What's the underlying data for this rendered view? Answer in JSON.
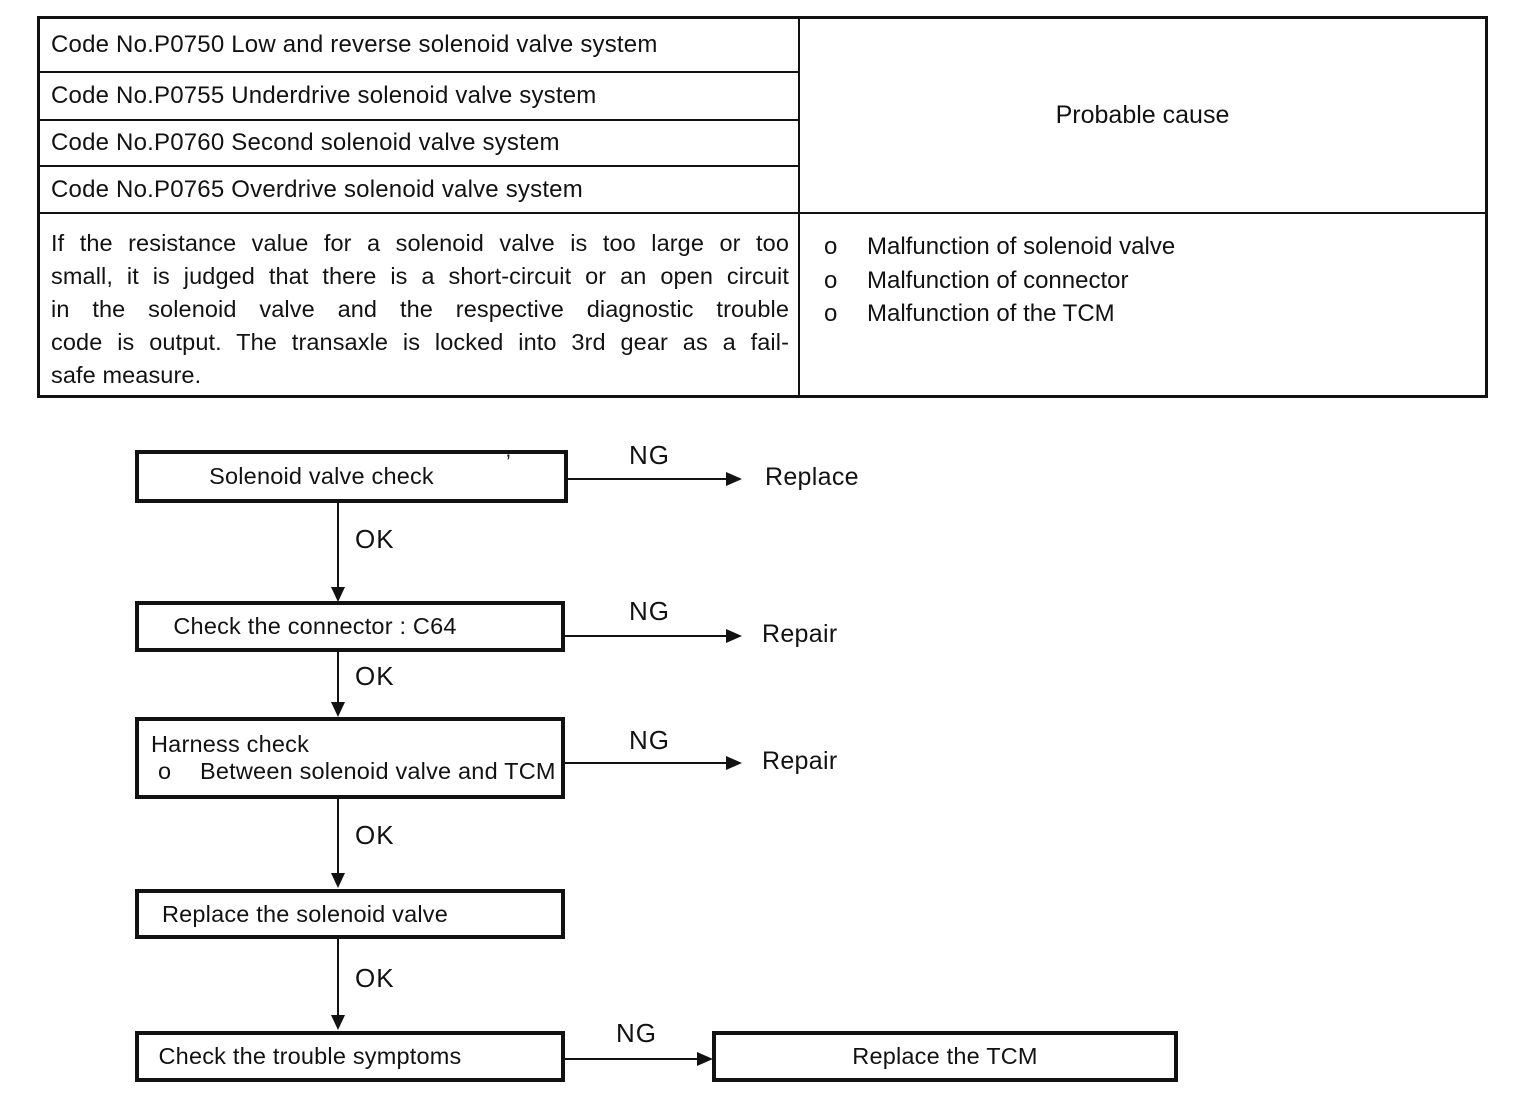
{
  "colors": {
    "ink": "#121212",
    "paper": "#ffffff"
  },
  "dtc_table": {
    "codes": [
      "Code No.P0750 Low and reverse solenoid valve system",
      "Code No.P0755 Underdrive solenoid valve system",
      "Code No.P0760 Second solenoid valve system",
      "Code No.P0765 Overdrive solenoid valve system"
    ],
    "probable_cause_header": "Probable cause",
    "description_lines": [
      "If the resistance value for a solenoid valve is too large or too",
      "small, it is judged that there is a short-circuit or an open circuit",
      "in the solenoid valve and the respective diagnostic trouble",
      "code is output. The transaxle is locked into 3rd gear as a fail-",
      "safe measure."
    ],
    "causes": [
      {
        "bullet": "o",
        "text": "Malfunction of solenoid valve"
      },
      {
        "bullet": "o",
        "text": "Malfunction of connector"
      },
      {
        "bullet": "o",
        "text": "Malfunction of the TCM"
      }
    ]
  },
  "flowchart": {
    "steps": [
      {
        "label": "Solenoid valve check"
      },
      {
        "label": "Check the connector : C64"
      },
      {
        "label": "Harness check",
        "bullet": "o",
        "bullet_text": "Between solenoid valve and TCM"
      },
      {
        "label": "Replace the solenoid valve"
      },
      {
        "label": "Check the trouble symptoms"
      }
    ],
    "ng_labels": [
      "NG",
      "NG",
      "NG",
      "NG"
    ],
    "ok_labels": [
      "OK",
      "OK",
      "OK",
      "OK"
    ],
    "results": [
      "Replace",
      "Repair",
      "Repair"
    ],
    "final_box_label": "Replace the TCM",
    "artifact_mark": "’"
  }
}
